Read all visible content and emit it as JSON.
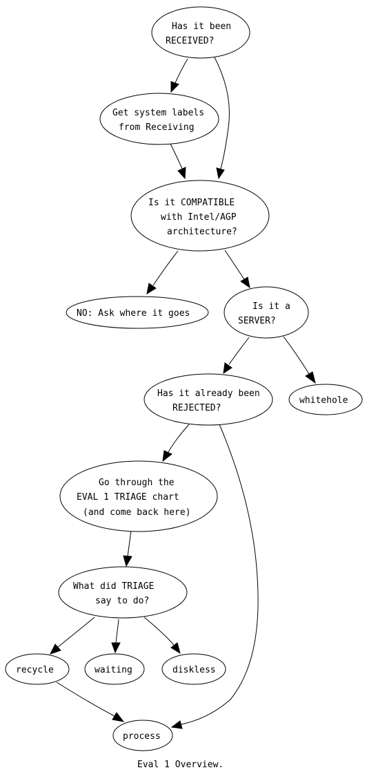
{
  "diagram": {
    "caption": "Eval 1 Overview.",
    "nodes": {
      "received": {
        "line1": "Has it been",
        "line2": "RECEIVED?"
      },
      "labels": {
        "line1": "Get system labels",
        "line2": "from Receiving"
      },
      "compatible": {
        "line1": "Is it COMPATIBLE",
        "line2": "with Intel/AGP",
        "line3": "architecture?"
      },
      "no_ask": {
        "line1": "NO: Ask where it goes"
      },
      "server": {
        "line1": "Is it a",
        "line2": "SERVER?"
      },
      "rejected": {
        "line1": "Has it already been",
        "line2": "REJECTED?"
      },
      "whitehole": {
        "line1": "whitehole"
      },
      "triage_chart": {
        "line1": "Go through the",
        "line2": "EVAL 1 TRIAGE chart",
        "line3": "(and come back here)"
      },
      "triage_say": {
        "line1": "What did TRIAGE",
        "line2": "say to do?"
      },
      "recycle": {
        "line1": "recycle"
      },
      "waiting": {
        "line1": "waiting"
      },
      "diskless": {
        "line1": "diskless"
      },
      "process": {
        "line1": "process"
      }
    }
  }
}
